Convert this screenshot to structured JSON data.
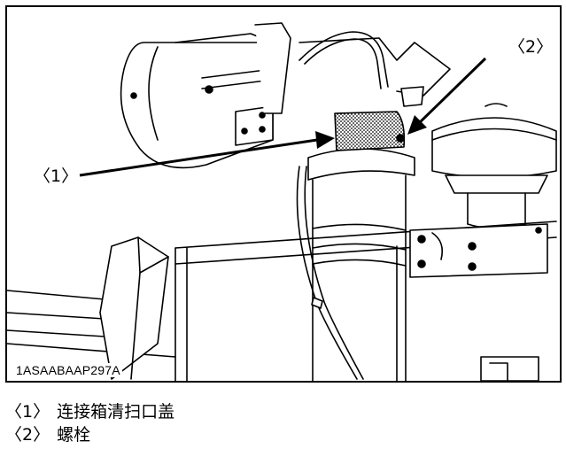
{
  "figure": {
    "code": "1ASAABAAP297A",
    "callouts": [
      {
        "label": "〈1〉"
      },
      {
        "label": "〈2〉"
      }
    ]
  },
  "legend": [
    {
      "num": "〈1〉",
      "text": "连接箱清扫口盖"
    },
    {
      "num": "〈2〉",
      "text": "螺栓"
    }
  ]
}
